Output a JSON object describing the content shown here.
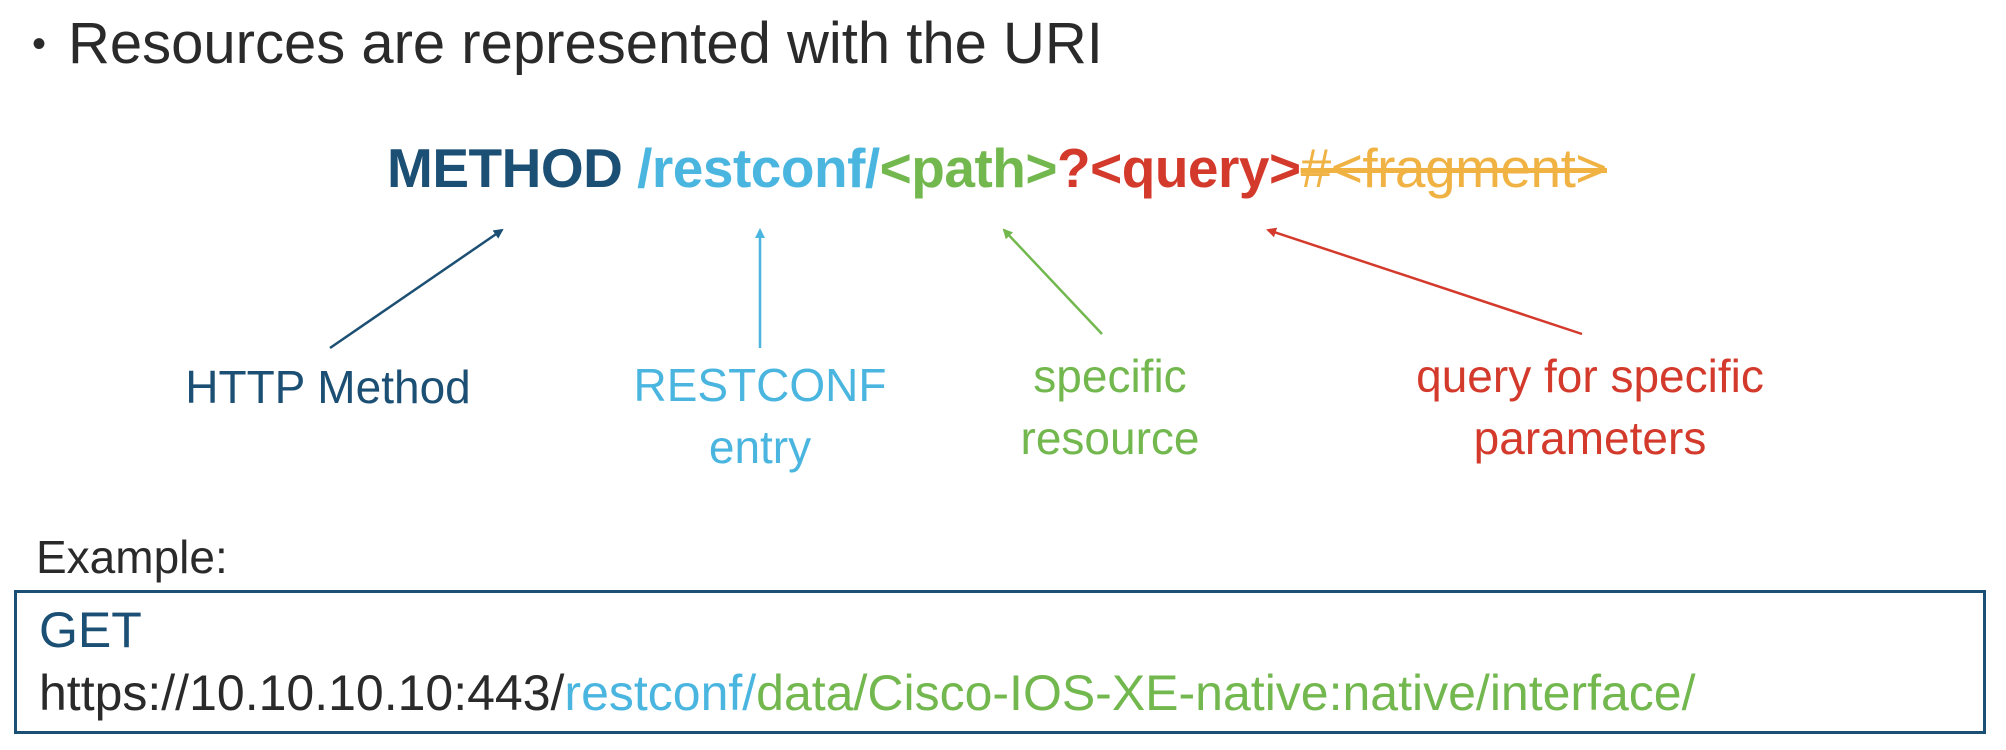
{
  "bullet": {
    "marker": "•",
    "text": "Resources are represented with the URI"
  },
  "uri_template": {
    "method": "METHOD",
    "restconf": "/restconf/",
    "path": "<path>",
    "query": "?<query>",
    "fragment": "#<fragment>"
  },
  "labels": {
    "method": [
      "HTTP Method"
    ],
    "restconf": [
      "RESTCONF",
      "entry"
    ],
    "path": [
      "specific",
      "resource"
    ],
    "query": [
      "query for specific",
      "parameters"
    ]
  },
  "example": {
    "label": "Example:",
    "method": "GET",
    "host": "https://10.10.10.10:443/",
    "restconf": "restconf/",
    "path": "data/Cisco-IOS-XE-native:native/interface/"
  },
  "colors": {
    "method": "#1c4f74",
    "restconf": "#4ab6e0",
    "path": "#72b84e",
    "query": "#d33a2c",
    "fragment": "#f0b243",
    "text": "#2a2a2a"
  }
}
